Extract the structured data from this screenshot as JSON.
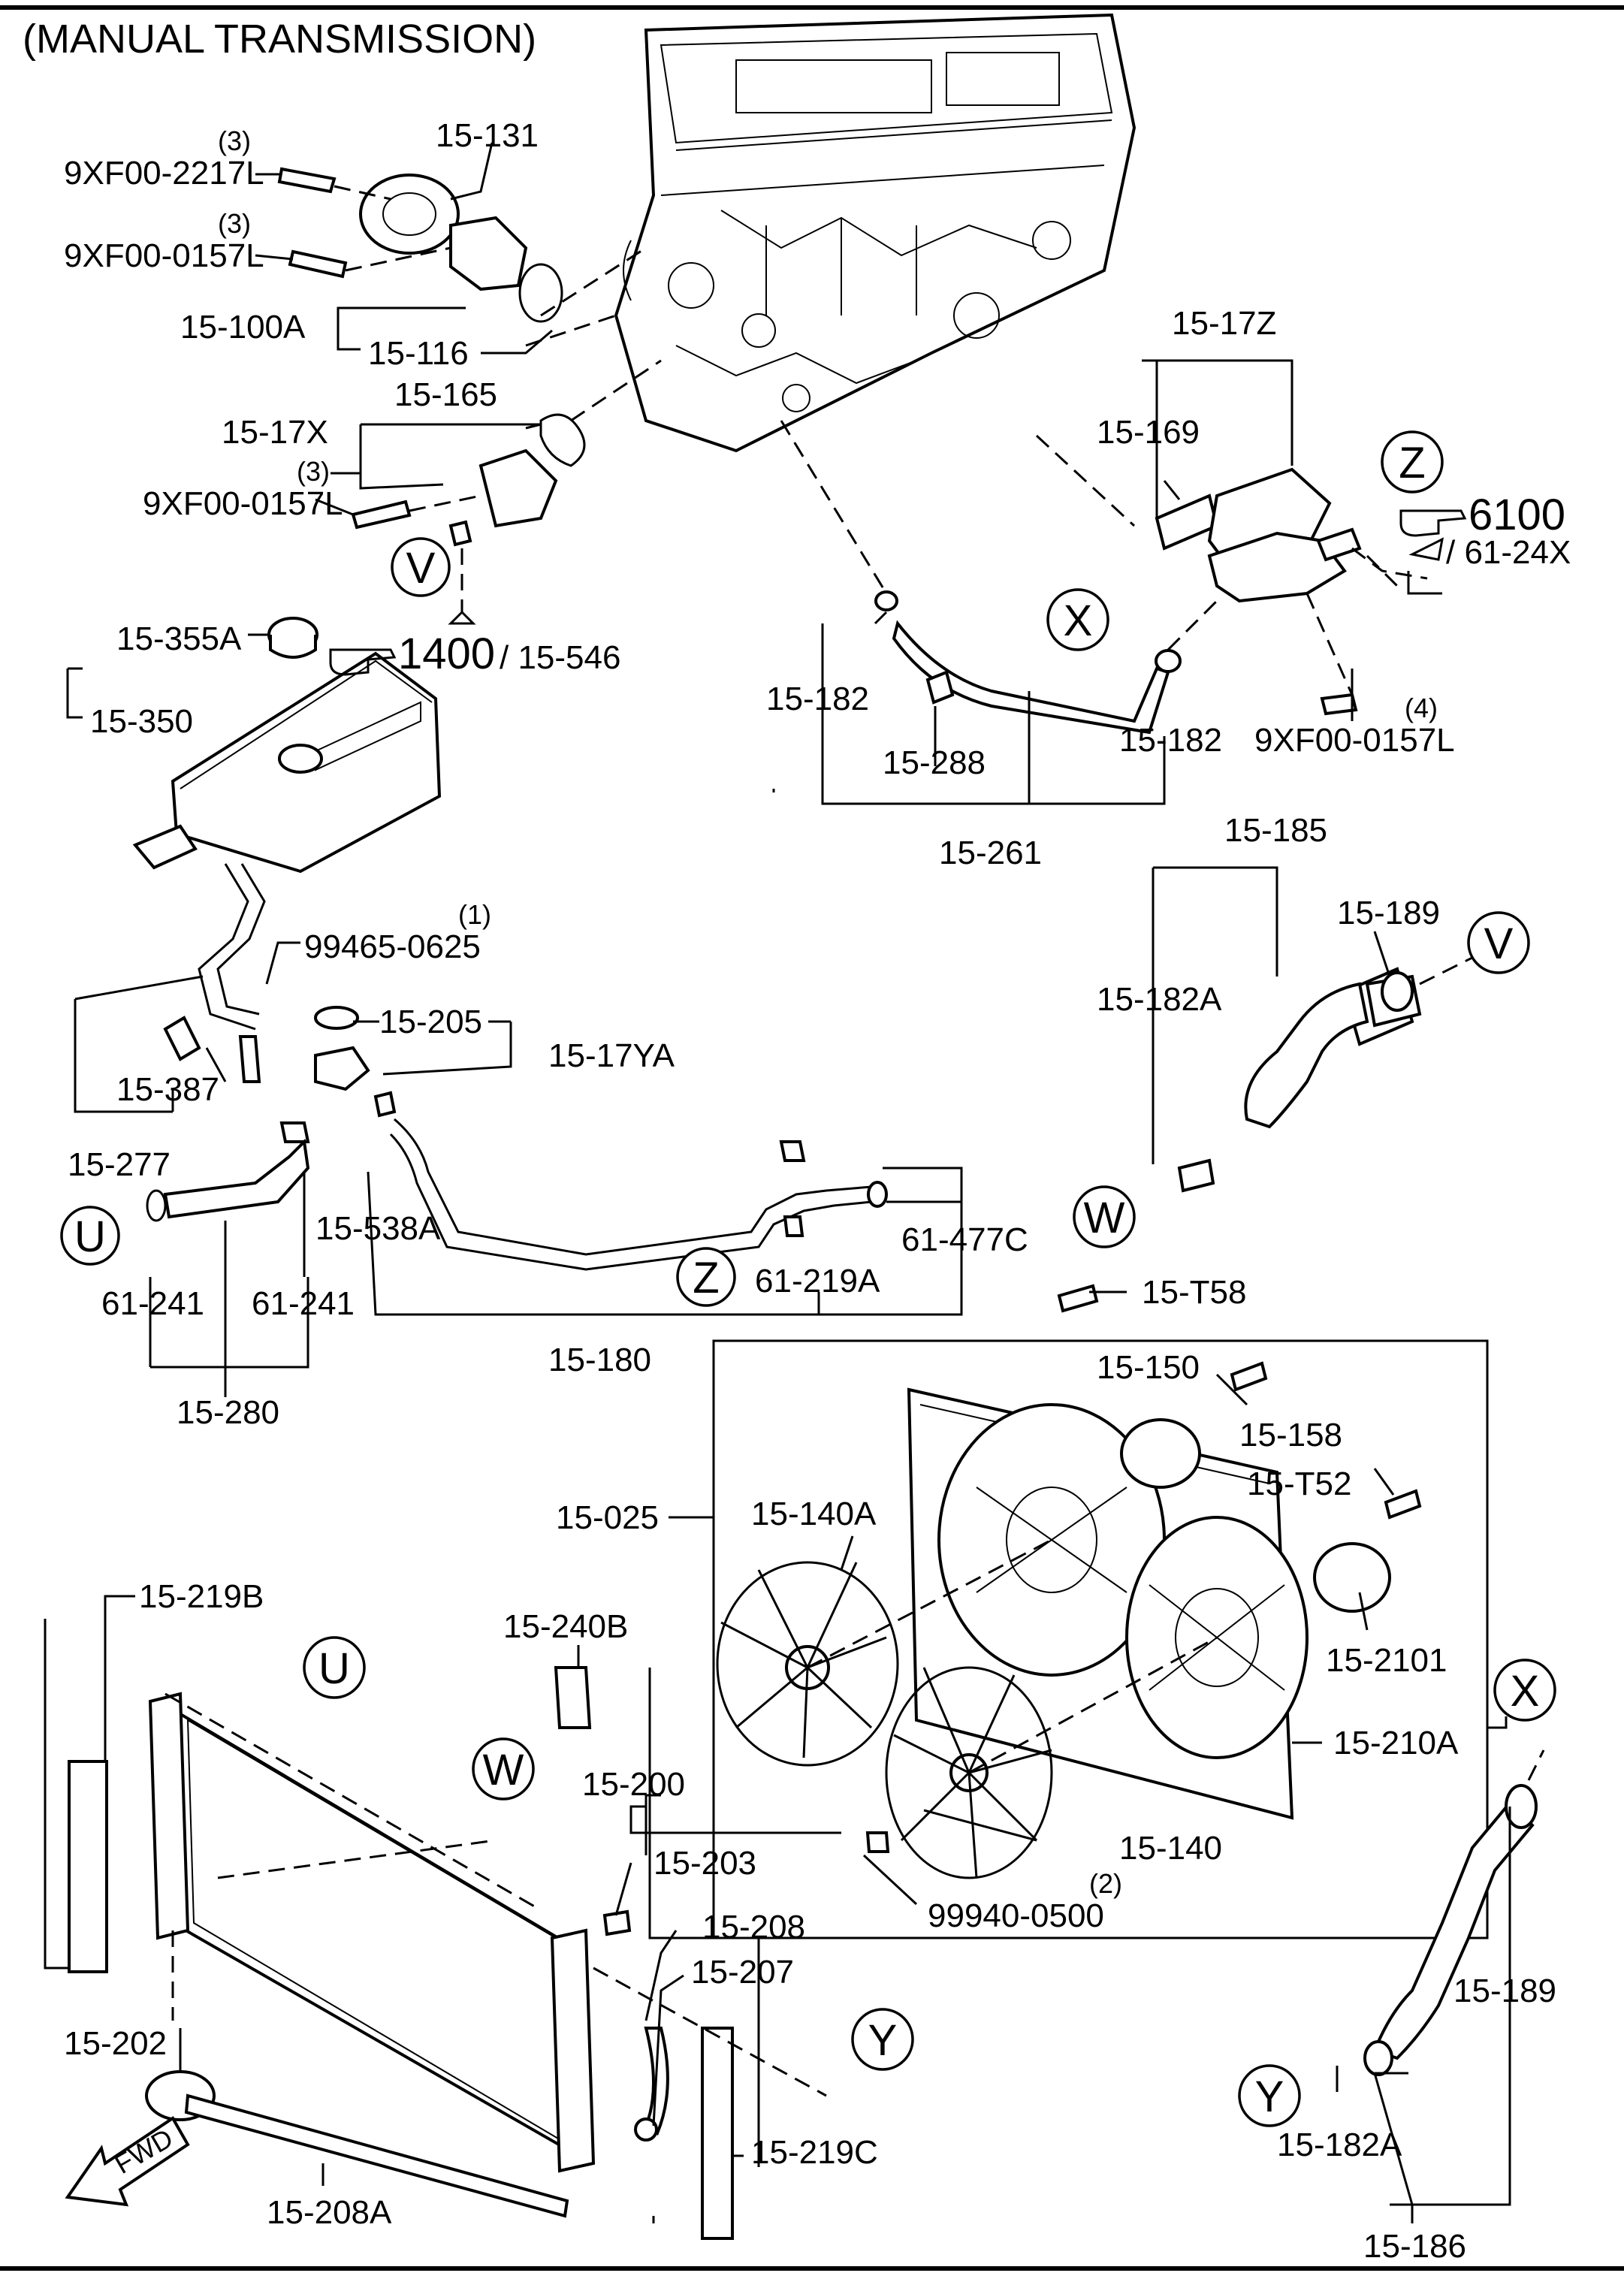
{
  "title": "(MANUAL TRANSMISSION)",
  "labels": {
    "p15_131": "15-131",
    "q3a": "(3)",
    "b2217": "9XF00-2217L",
    "q3b": "(3)",
    "b0157a": "9XF00-0157L",
    "p15_100A": "15-100A",
    "p15_116": "15-116",
    "p15_165": "15-165",
    "p15_17X": "15-17X",
    "q3c": "(3)",
    "b0157b": "9XF00-0157L",
    "p15_355A": "15-355A",
    "ref1400": "1400",
    "ref1400b": "/ 15-546",
    "p15_350": "15-350",
    "p15_17Z": "15-17Z",
    "p15_169": "15-169",
    "ref6100": "6100",
    "ref6100b": "/ 61-24X",
    "p15_182a": "15-182",
    "p15_288": "15-288",
    "p15_182b": "15-182",
    "q4": "(4)",
    "b0157c": "9XF00-0157L",
    "p15_261": "15-261",
    "p15_185": "15-185",
    "p15_189a": "15-189",
    "p15_182Aa": "15-182A",
    "q1": "(1)",
    "b99465": "99465-0625",
    "p15_205": "15-205",
    "p15_17YA": "15-17YA",
    "p15_387": "15-387",
    "p15_277": "15-277",
    "p15_538A": "15-538A",
    "p61_477C": "61-477C",
    "p61_241a": "61-241",
    "p61_241b": "61-241",
    "p61_219A": "61-219A",
    "p15_280": "15-280",
    "p15_180": "15-180",
    "p15_T58": "15-T58",
    "p15_150": "15-150",
    "p15_158": "15-158",
    "p15_T52": "15-T52",
    "p15_025": "15-025",
    "p15_140A": "15-140A",
    "p15_2101": "15-2101",
    "p15_219B": "15-219B",
    "p15_240B": "15-240B",
    "p15_210A": "15-210A",
    "p15_200": "15-200",
    "p15_140": "15-140",
    "q2": "(2)",
    "b99940": "99940-0500",
    "p15_203": "15-203",
    "p15_208": "15-208",
    "p15_207": "15-207",
    "p15_202": "15-202",
    "p15_189b": "15-189",
    "p15_182Ab": "15-182A",
    "p15_219C": "15-219C",
    "p15_208A": "15-208A",
    "p15_186": "15-186",
    "fwd": "FWD"
  },
  "callouts": {
    "V1": "V",
    "V2": "V",
    "Z1": "Z",
    "Z2": "Z",
    "X1": "X",
    "X2": "X",
    "W1": "W",
    "W2": "W",
    "U1": "U",
    "U2": "U",
    "Y1": "Y",
    "Y2": "Y"
  },
  "icons": [
    "pointing-hand-icon",
    "fwd-arrow-icon"
  ]
}
